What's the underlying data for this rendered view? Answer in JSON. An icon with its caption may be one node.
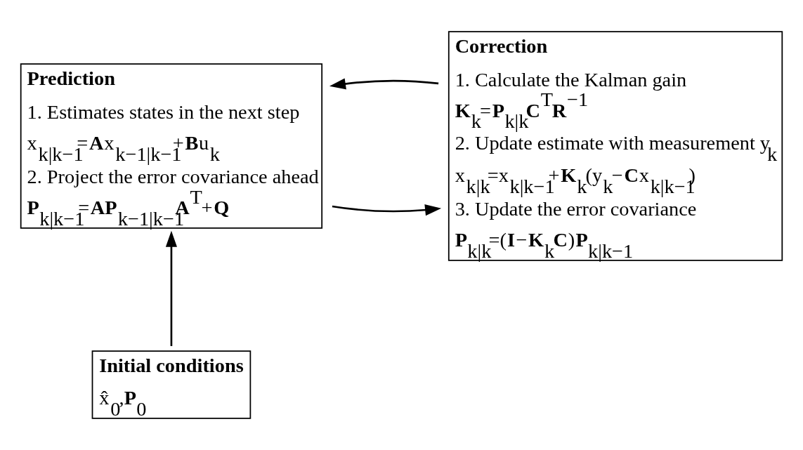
{
  "diagram": {
    "nodes": [
      {
        "text": [
          "Prediction",
          "1. Estimates states in the next step",
          "x⃗$_{k|k−1}$=**A**x⃗$_{k−1|k−1}$+**B**u⃗$_{k}$",
          "2. Project the error covariance ahead",
          "**P**$_{k|k−1}$=**AP**$_{k−1|k−1}$**A**$^{T}$+**Q**"
        ]
      },
      {
        "text": [
          "Correction",
          "1. Calculate the Kalman gain",
          "**K**$_{k}$=**P**$_{k|k}$**C**$^{T}$**R**$^{−1}$",
          "2. Update estimate with measurement y⃗$_{k}$",
          "x⃗$_{k|k}$=x⃗$_{k|k−1}$+**K**$_{k}$(y⃗$_{k}$−**C**x⃗$_{k|k−1}$)",
          "3. Update the error covariance",
          "**P**$_{k|k}$=(**I**−**K**$_{k}$**C**)**P**$_{k|k−1}$"
        ]
      },
      {
        "text": [
          "Initial conditions",
          "x̂⃗$_{0}$,**P**$_{0}$"
        ]
      }
    ],
    "edges": [
      {
        "from": 1,
        "to": 0,
        "arrow": "to"
      },
      {
        "from": 0,
        "to": 1,
        "arrow": "to"
      },
      {
        "from": 2,
        "to": 0,
        "arrow": "to"
      }
    ]
  }
}
